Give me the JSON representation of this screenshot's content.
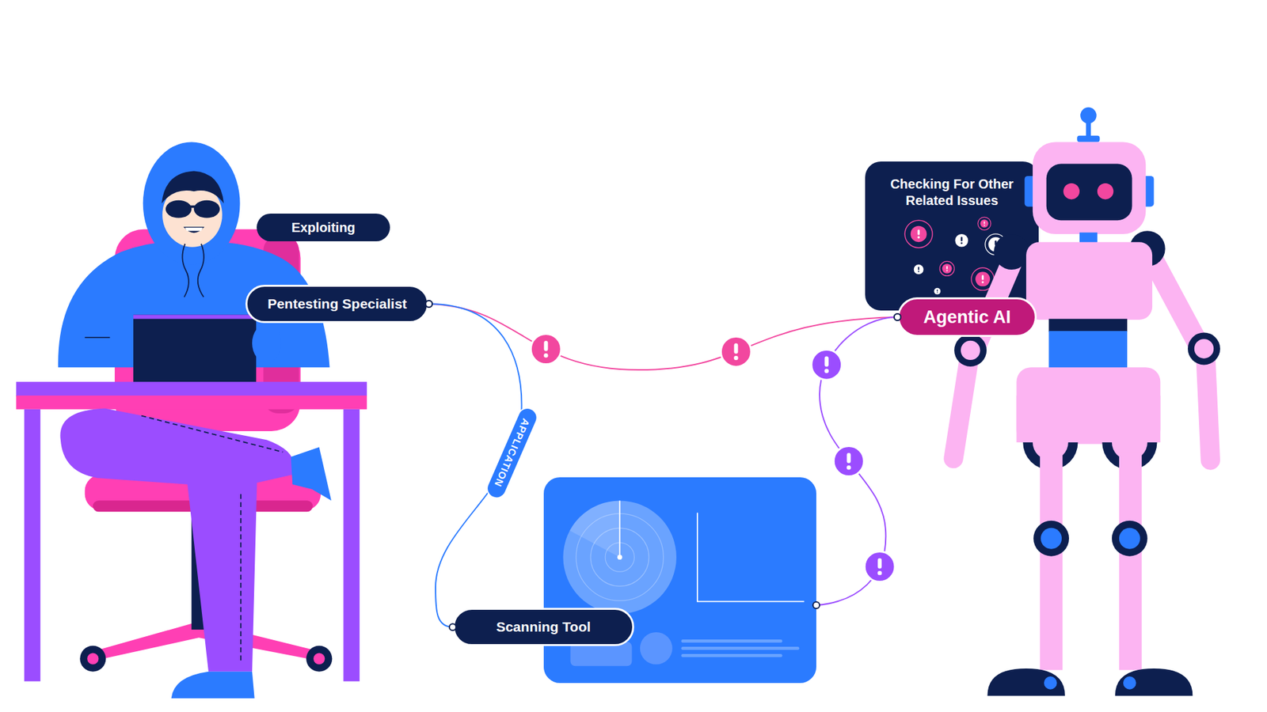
{
  "diagram": {
    "nodes": [
      {
        "text": [
          "Exploiting"
        ]
      },
      {
        "text": [
          "Pentesting Specialist"
        ]
      },
      {
        "text": [
          "Scanning Tool"
        ]
      },
      {
        "text": [
          "Checking For Other Related Issues"
        ]
      },
      {
        "text": [
          "Agentic AI"
        ]
      }
    ],
    "edges": [
      {
        "from": 1,
        "to": 4,
        "arrow": "none"
      },
      {
        "from": 1,
        "to": 2,
        "label": "APPLICATION",
        "arrow": "none"
      },
      {
        "from": 2,
        "to": 4,
        "arrow": "none"
      }
    ]
  }
}
